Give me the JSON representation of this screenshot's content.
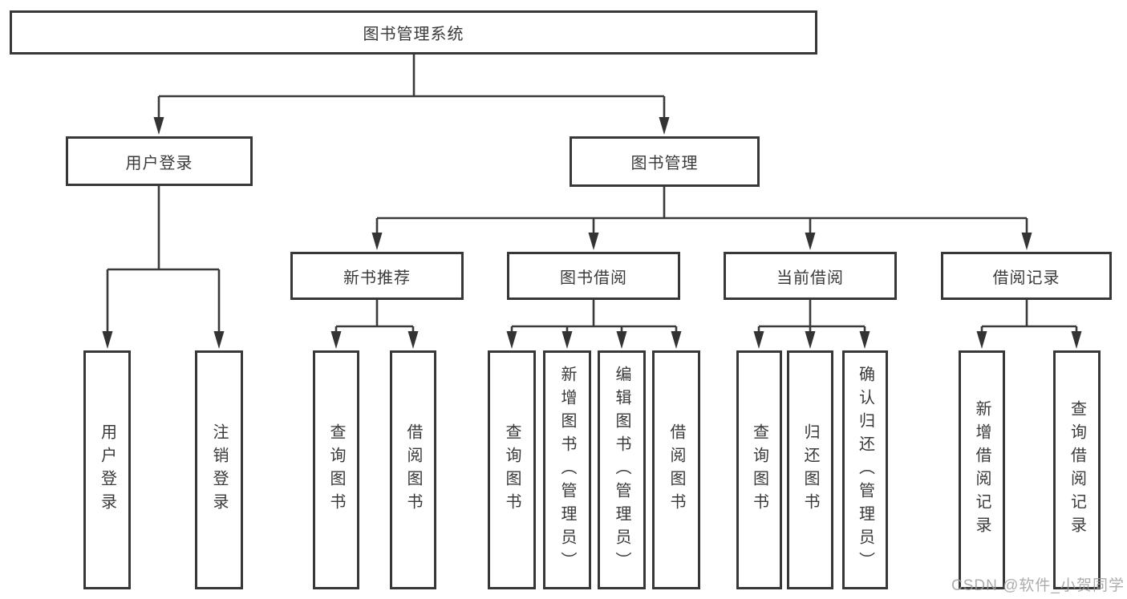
{
  "diagram": {
    "title": "图书管理系统",
    "watermark": "CSDN @软件_小贺同学",
    "colors": {
      "line": "#3a3a3a",
      "box_border": "#383838",
      "text": "#3a3a3a",
      "background": "#ffffff",
      "watermark": "#9e9e9e"
    },
    "nodes": {
      "root": {
        "label": "图书管理系统"
      },
      "login": {
        "label": "用户登录"
      },
      "mgmt": {
        "label": "图书管理"
      },
      "rec": {
        "label": "新书推荐"
      },
      "borrow": {
        "label": "图书借阅"
      },
      "current": {
        "label": "当前借阅"
      },
      "record": {
        "label": "借阅记录"
      },
      "login_user": {
        "label": "用户登录"
      },
      "login_logout": {
        "label": "注销登录"
      },
      "rec_query": {
        "label": "查询图书"
      },
      "rec_borrow": {
        "label": "借阅图书"
      },
      "borrow_query": {
        "label": "查询图书"
      },
      "borrow_add": {
        "label": "新增图书（管理员）"
      },
      "borrow_edit": {
        "label": "编辑图书（管理员）"
      },
      "borrow_borrow": {
        "label": "借阅图书"
      },
      "current_query": {
        "label": "查询图书"
      },
      "current_return": {
        "label": "归还图书"
      },
      "current_confirm": {
        "label": "确认归还（管理员）"
      },
      "record_add": {
        "label": "新增借阅记录"
      },
      "record_query": {
        "label": "查询借阅记录"
      }
    },
    "hierarchy": {
      "图书管理系统": {
        "用户登录": [
          "用户登录",
          "注销登录"
        ],
        "图书管理": {
          "新书推荐": [
            "查询图书",
            "借阅图书"
          ],
          "图书借阅": [
            "查询图书",
            "新增图书（管理员）",
            "编辑图书（管理员）",
            "借阅图书"
          ],
          "当前借阅": [
            "查询图书",
            "归还图书",
            "确认归还（管理员）"
          ],
          "借阅记录": [
            "新增借阅记录",
            "查询借阅记录"
          ]
        }
      }
    }
  }
}
